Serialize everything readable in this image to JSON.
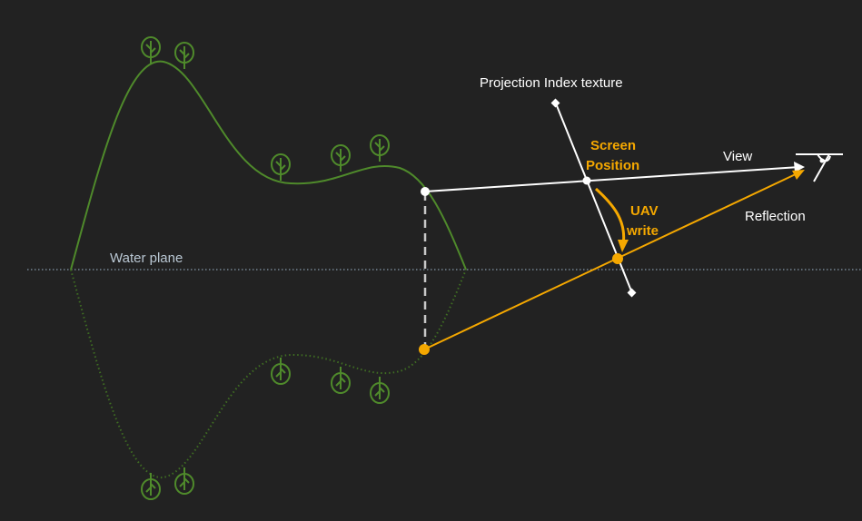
{
  "labels": {
    "water_plane": "Water plane",
    "projection_index_texture": "Projection Index texture",
    "screen_position_line1": "Screen",
    "screen_position_line2": "Position",
    "view": "View",
    "uav_line1": "UAV",
    "uav_line2": "write",
    "reflection": "Reflection"
  },
  "colors": {
    "background": "#222222",
    "terrain": "#4f8a2b",
    "reflected_terrain": "#3f6e22",
    "tree_outline": "#4f8a2b",
    "view_ray": "#ffffff",
    "reflection_ray": "#f5a800",
    "water_plane_line": "#9fb7cc",
    "projection_guide": "#c8c8c8"
  },
  "icons": [
    "tree-icon",
    "eye-icon",
    "arrowhead-icon"
  ]
}
